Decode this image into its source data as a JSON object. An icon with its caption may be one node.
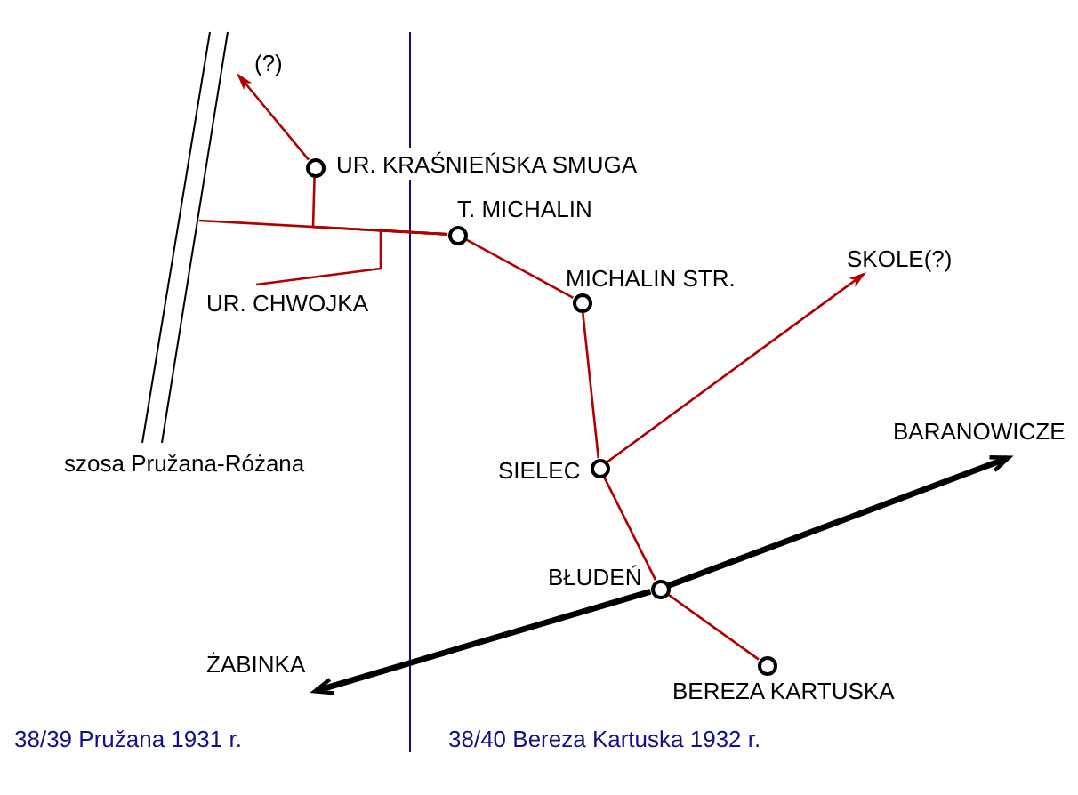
{
  "diagram": {
    "nodes": [
      {
        "text": [
          "(?)"
        ]
      },
      {
        "text": [],
        "shape": "circle",
        "beside": [
          "UR. KRAŚNIEŃSKA SMUGA"
        ]
      },
      {
        "text": [],
        "shape": "circle",
        "beside": [
          "T. MICHALIN"
        ]
      },
      {
        "text": [
          "SKOLE(?)"
        ]
      },
      {
        "text": [],
        "shape": "circle",
        "beside": [
          "MICHALIN STR."
        ]
      },
      {
        "text": [
          "UR. CHWOJKA"
        ]
      },
      {
        "text": [
          "BARANOWICZE"
        ]
      },
      {
        "text": [],
        "shape": "circle",
        "beside": [
          "SIELEC"
        ]
      },
      {
        "text": [],
        "shape": "circle",
        "beside": [
          "BŁUDEŃ"
        ]
      },
      {
        "text": [
          "ŻABINKA"
        ]
      },
      {
        "text": [],
        "shape": "circle",
        "beside": [
          "BEREZA KARTUSKA"
        ]
      }
    ],
    "edges": [
      {
        "from": null,
        "to": 2,
        "arrow": "none"
      },
      {
        "from": 1,
        "to": 2,
        "arrow": "none"
      },
      {
        "from": 5,
        "to": 2,
        "arrow": "none"
      },
      {
        "from": 1,
        "to": 0,
        "arrow": "to"
      },
      {
        "from": 2,
        "to": 4,
        "arrow": "none"
      },
      {
        "from": 4,
        "to": 7,
        "arrow": "none"
      },
      {
        "from": 7,
        "to": 3,
        "arrow": "to"
      },
      {
        "from": 7,
        "to": 8,
        "arrow": "none"
      },
      {
        "from": 8,
        "to": 10,
        "arrow": "none"
      },
      {
        "from": 8,
        "to": 6,
        "arrow": "to",
        "style": "thick",
        "color": "#000000"
      },
      {
        "from": 8,
        "to": 9,
        "arrow": "to",
        "style": "thick",
        "color": "#000000"
      }
    ],
    "labels": [
      "szosa Pružana-Różana",
      "38/39 Pružana 1931 r.",
      "38/40 Bereza Kartuska 1932 r."
    ]
  }
}
